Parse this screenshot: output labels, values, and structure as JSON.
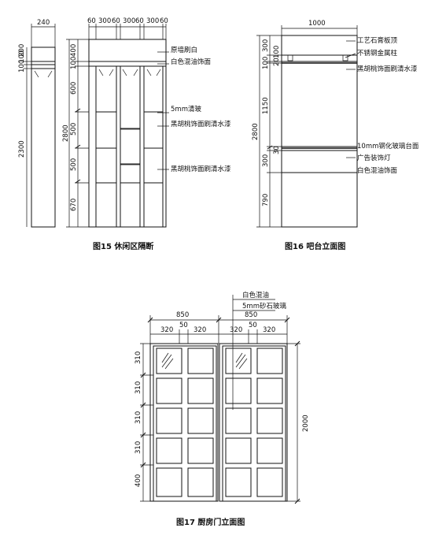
{
  "fig15": {
    "caption": "图15  休闲区隔断",
    "top_dims": [
      "240",
      "60",
      "300",
      "60",
      "300",
      "60",
      "300",
      "60"
    ],
    "side_dims_left": [
      "100",
      "200",
      "100",
      "2300"
    ],
    "side_dims": [
      "400",
      "100",
      "600",
      "500",
      "500",
      "670",
      "2800"
    ],
    "labels": [
      "原墙刷白",
      "白色混油饰面",
      "5mm清玻",
      "黑胡桃饰面刷清水漆",
      "黑胡桃饰面刷清水漆"
    ]
  },
  "fig16": {
    "caption": "图16  吧台立面图",
    "top_dim": "1000",
    "side_dims": [
      "300",
      "20",
      "100",
      "100",
      "1150",
      "30",
      "300",
      "790",
      "2800"
    ],
    "labels": [
      "工艺石膏板顶",
      "不锈钢金属柱",
      "黑胡桃饰面刷清水漆",
      "10mm钢化玻璃台面",
      "广告装饰灯",
      "白色混油饰面"
    ]
  },
  "fig17": {
    "caption": "图17  厨房门立面图",
    "top_dims": [
      "850",
      "850",
      "320",
      "50",
      "320",
      "320",
      "50",
      "320"
    ],
    "side_dims": [
      "310",
      "310",
      "310",
      "310",
      "400"
    ],
    "right_dim": "2000",
    "labels": [
      "白色混油",
      "5mm砂石玻璃"
    ]
  }
}
